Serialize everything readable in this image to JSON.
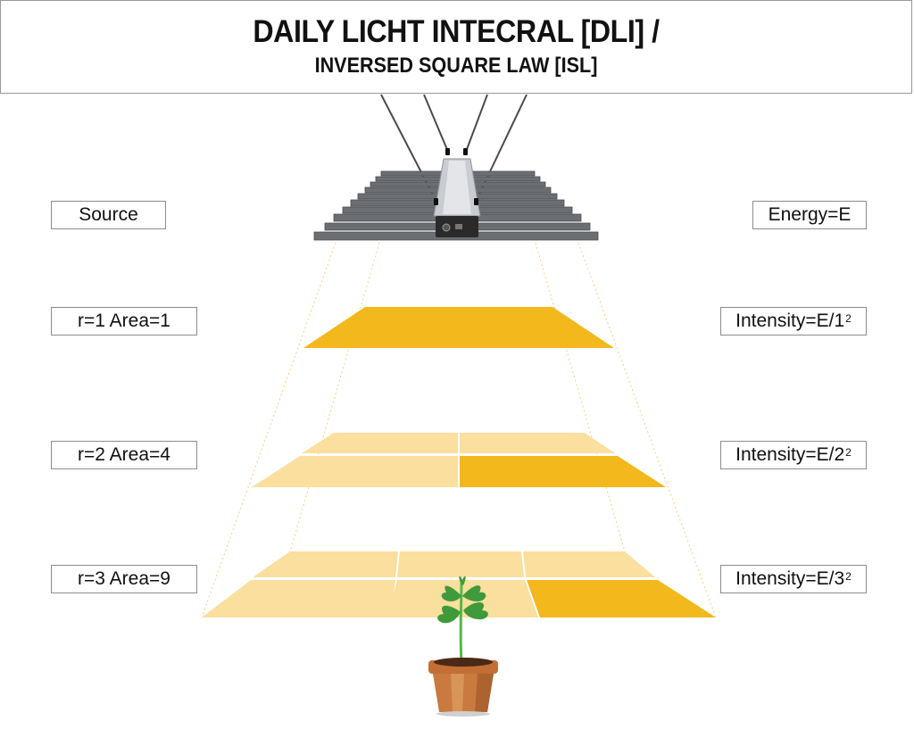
{
  "header": {
    "title_line1": "DAILY LICHT INTECRAL [DLI] /",
    "title_line2": "INVERSED SQUARE LAW [ISL]"
  },
  "left_labels": [
    {
      "text": "Source"
    },
    {
      "text": "r=1 Area=1"
    },
    {
      "text": "r=2 Area=4"
    },
    {
      "text": "r=3 Area=9"
    }
  ],
  "right_labels": [
    {
      "base": "Energy=E",
      "exp": ""
    },
    {
      "base": "Intensity=E/1",
      "exp": "2"
    },
    {
      "base": "Intensity=E/2",
      "exp": "2"
    },
    {
      "base": "Intensity=E/3",
      "exp": "2"
    }
  ],
  "illustrations": {
    "source": "led-grow-light-bar-fixture-icon",
    "target": "potted-plant-icon"
  },
  "colors": {
    "lit_area": "#f2b81c",
    "spread_area": "#fadf9e",
    "guide_line": "#f5d27a",
    "fixture_bar": "#6b6e72"
  },
  "layers": [
    {
      "r": 1,
      "area": 1,
      "cells": 1
    },
    {
      "r": 2,
      "area": 4,
      "cells": 4
    },
    {
      "r": 3,
      "area": 9,
      "cells": 9
    }
  ]
}
